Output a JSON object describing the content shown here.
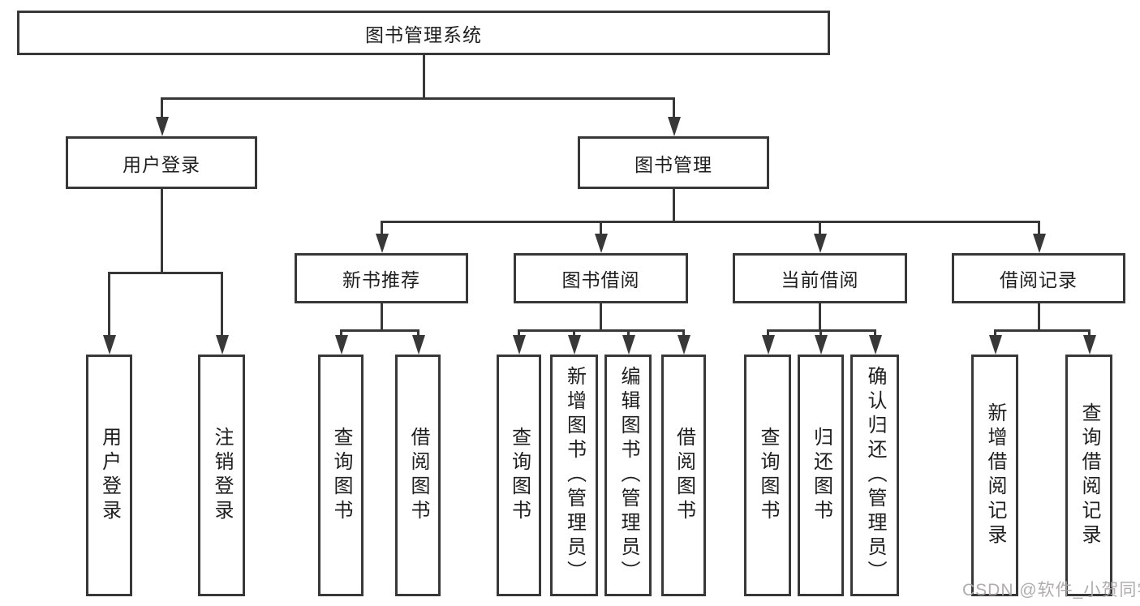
{
  "tree": {
    "root": {
      "label": "图书管理系统"
    },
    "branches": [
      {
        "label": "用户登录",
        "children": [
          "用户登录",
          "注销登录"
        ]
      },
      {
        "label": "图书管理",
        "sections": [
          {
            "label": "新书推荐",
            "children": [
              "查询图书",
              "借阅图书"
            ]
          },
          {
            "label": "图书借阅",
            "children": [
              "查询图书",
              "新增图书（管理员）",
              "编辑图书（管理员）",
              "借阅图书"
            ]
          },
          {
            "label": "当前借阅",
            "children": [
              "查询图书",
              "归还图书",
              "确认归还（管理员）"
            ]
          },
          {
            "label": "借阅记录",
            "children": [
              "新增借阅记录",
              "查询借阅记录"
            ]
          }
        ]
      }
    ]
  },
  "watermark": {
    "text": "CSDN @软件_小贺同学"
  },
  "colors": {
    "line": "#383838",
    "text": "#1e1e1e",
    "watermark": "#a8a6a6"
  }
}
